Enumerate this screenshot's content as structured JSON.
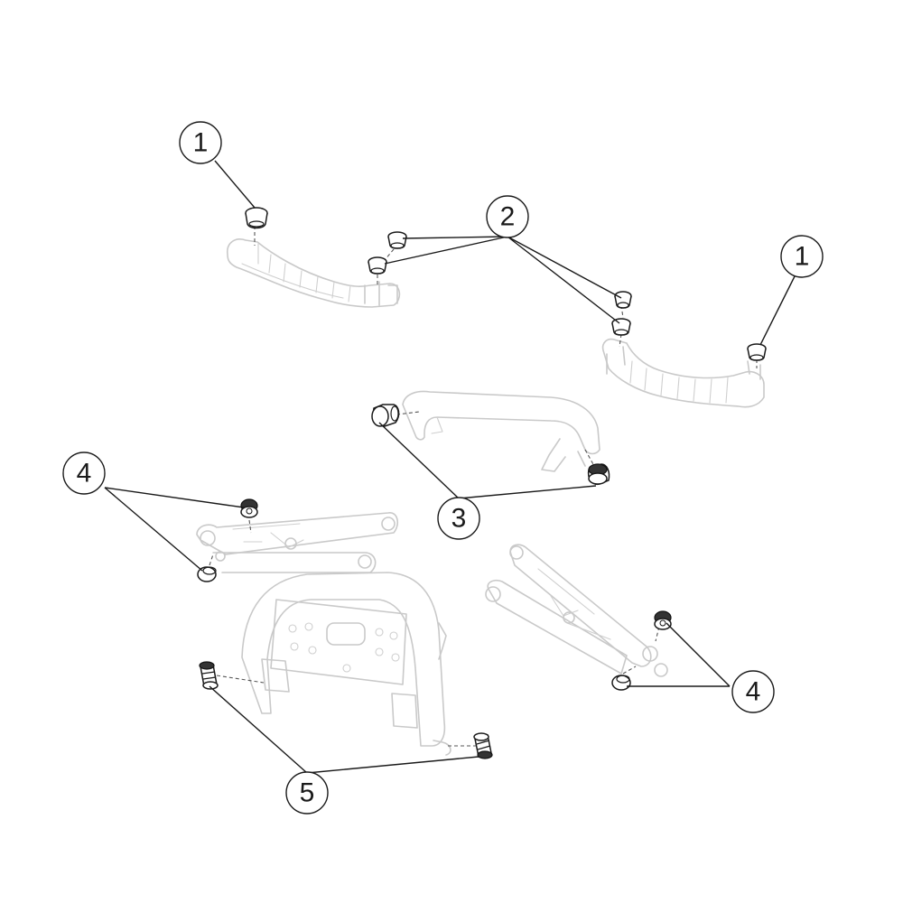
{
  "callouts": [
    {
      "id": "c1a",
      "label": "1"
    },
    {
      "id": "c2",
      "label": "2"
    },
    {
      "id": "c1b",
      "label": "1"
    },
    {
      "id": "c3",
      "label": "3"
    },
    {
      "id": "c4a",
      "label": "4"
    },
    {
      "id": "c4b",
      "label": "4"
    },
    {
      "id": "c5",
      "label": "5"
    }
  ],
  "colors": {
    "outline": "#1a1a1a",
    "ghost": "#c9c9c9",
    "background": "#ffffff"
  }
}
